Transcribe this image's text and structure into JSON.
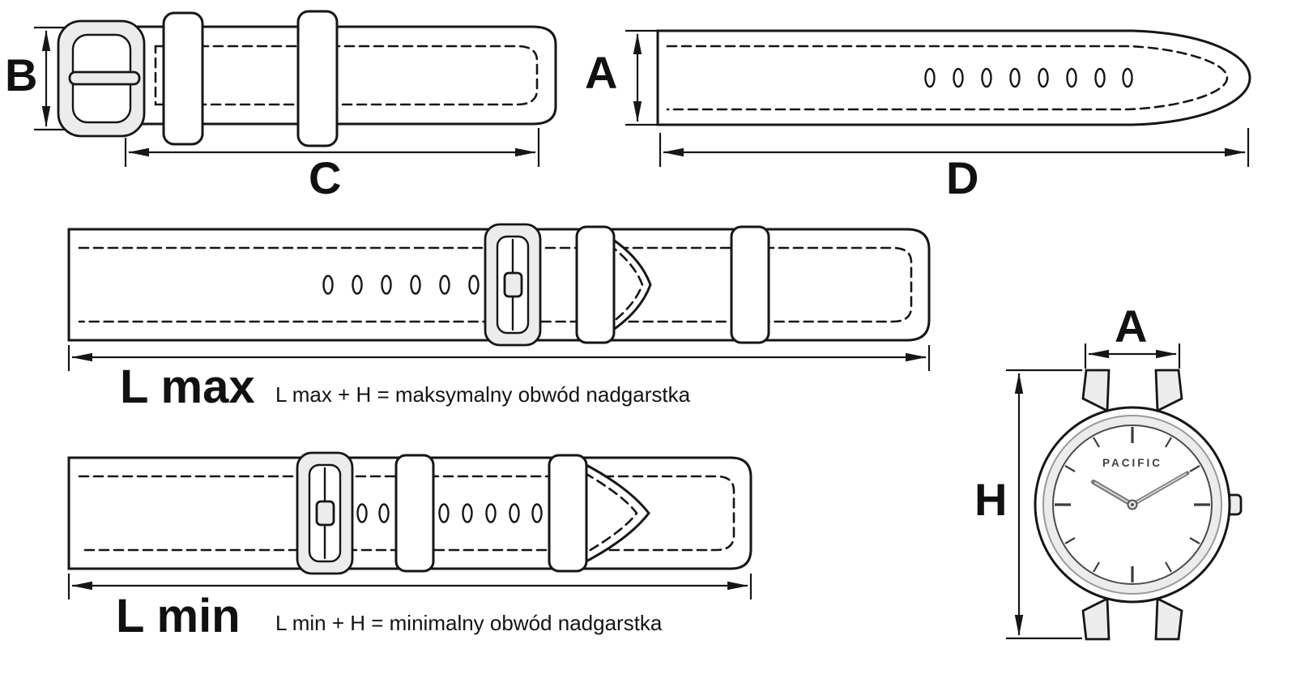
{
  "colors": {
    "line": "#161616",
    "background": "#ffffff",
    "metal_fill": "#ececec"
  },
  "labels": {
    "dim_b": "B",
    "dim_c": "C",
    "dim_a_strap": "A",
    "dim_d": "D",
    "lmax_title": "L max",
    "lmax_formula": "L max + H  = maksymalny obwód nadgarstka",
    "lmin_title": "L min",
    "lmin_formula": "L min + H  = minimalny obwód nadgarstka",
    "dim_a_watch": "A",
    "dim_h": "H",
    "watch_brand": "PACIFIC"
  }
}
